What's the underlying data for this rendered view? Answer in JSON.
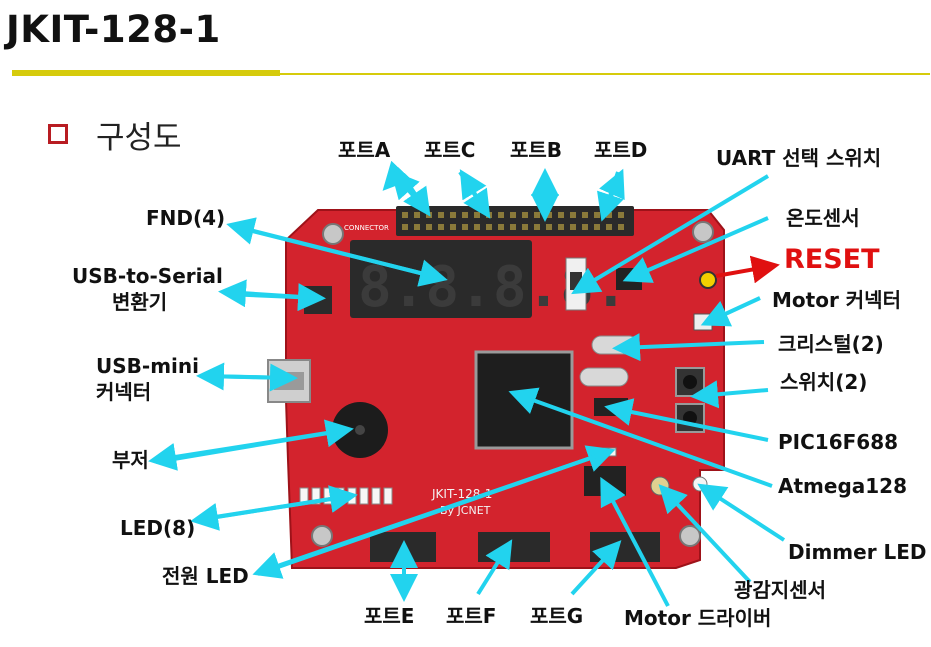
{
  "title": "JKIT-128-1",
  "subtitle": "구성도",
  "colors": {
    "accent_line": "#d6cb0c",
    "bullet": "#b81c22",
    "arrow": "#22d3ee",
    "reset_arrow": "#e01010",
    "pcb": "#d3232d"
  },
  "board_silkscreen": {
    "model": "JKIT-128-1",
    "maker": "By JCNET",
    "header_text": "CONNECTOR",
    "fnd_digits": "8.8.8.8."
  },
  "labels": {
    "port_a": "포트A",
    "port_c": "포트C",
    "port_b": "포트B",
    "port_d": "포트D",
    "uart_switch": "UART 선택 스위치",
    "temp_sensor": "온도센서",
    "reset": "RESET",
    "motor_connector": "Motor 커넥터",
    "crystal": "크리스털(2)",
    "switch": "스위치(2)",
    "pic": "PIC16F688",
    "atmega": "Atmega128",
    "dimmer_led": "Dimmer LED",
    "light_sensor": "광감지센서",
    "motor_driver": "Motor 드라이버",
    "port_g": "포트G",
    "port_f": "포트F",
    "port_e": "포트E",
    "power_led": "전원 LED",
    "led": "LED(8)",
    "buzzer": "부저",
    "usb_mini_1": "USB-mini",
    "usb_mini_2": "커넥터",
    "usb_serial_1": "USB-to-Serial",
    "usb_serial_2": "변환기",
    "fnd": "FND(4)"
  }
}
